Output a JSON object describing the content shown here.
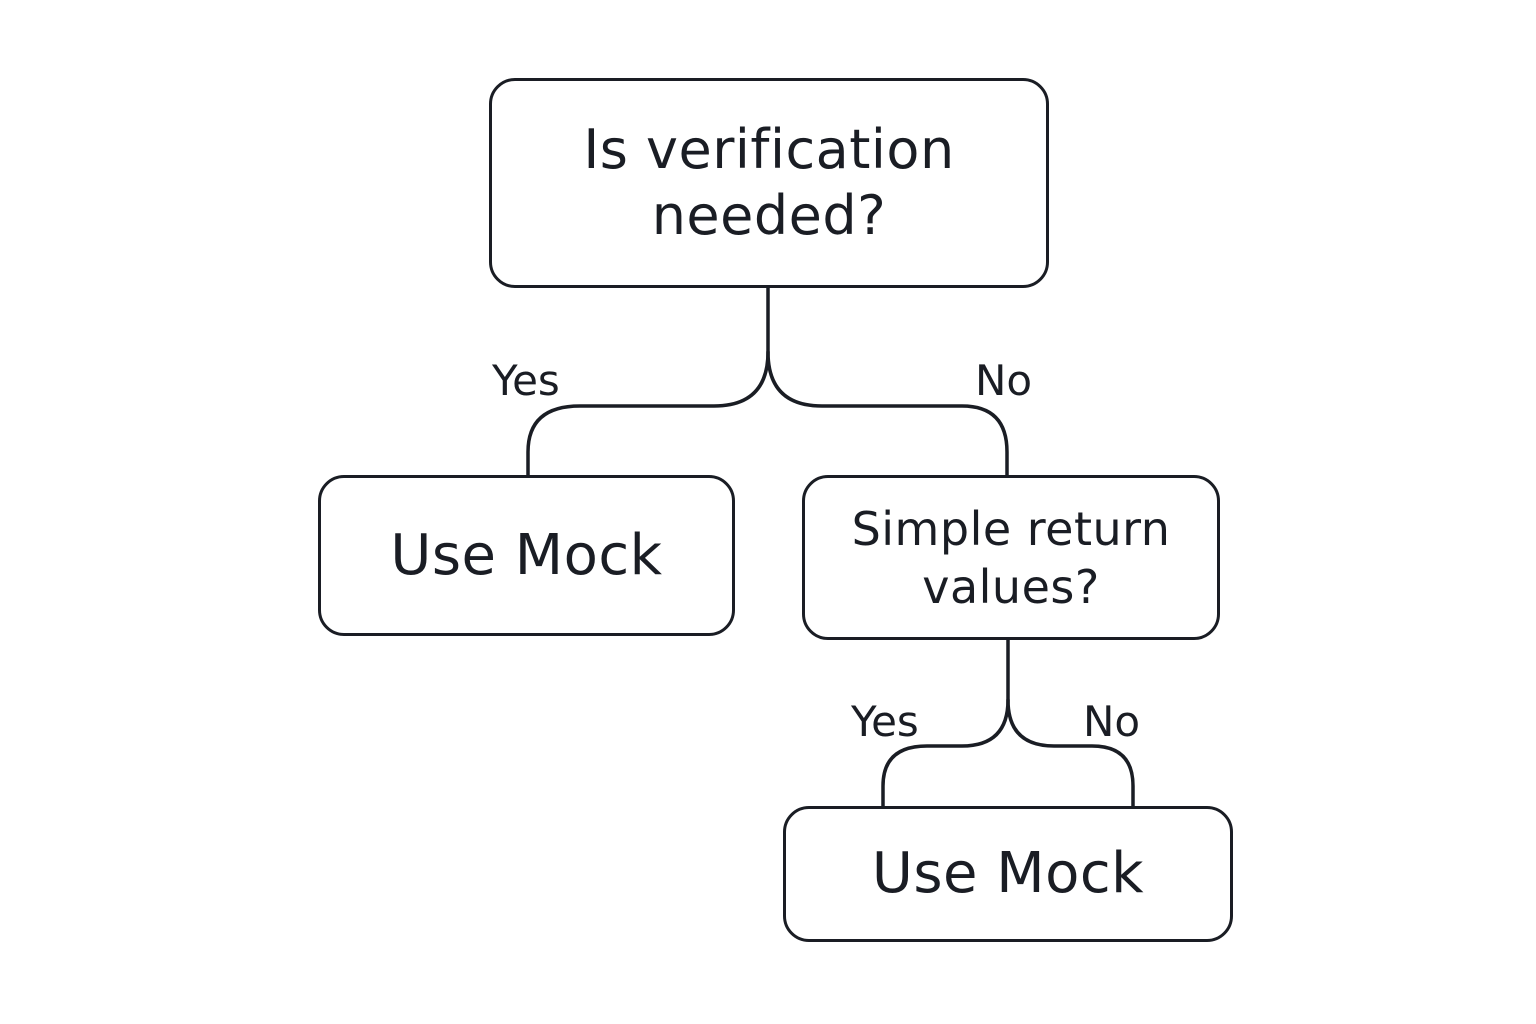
{
  "nodes": {
    "root": {
      "text": "Is verification needed?"
    },
    "yes_branch": {
      "text": "Use Mock"
    },
    "question_2": {
      "text": "Simple return values?"
    },
    "bottom": {
      "text": "Use Mock"
    }
  },
  "edges": {
    "root_yes": {
      "label": "Yes"
    },
    "root_no": {
      "label": "No"
    },
    "q2_yes": {
      "label": "Yes"
    },
    "q2_no": {
      "label": "No"
    }
  },
  "colors": {
    "stroke": "#1a1d24",
    "background": "#ffffff"
  }
}
